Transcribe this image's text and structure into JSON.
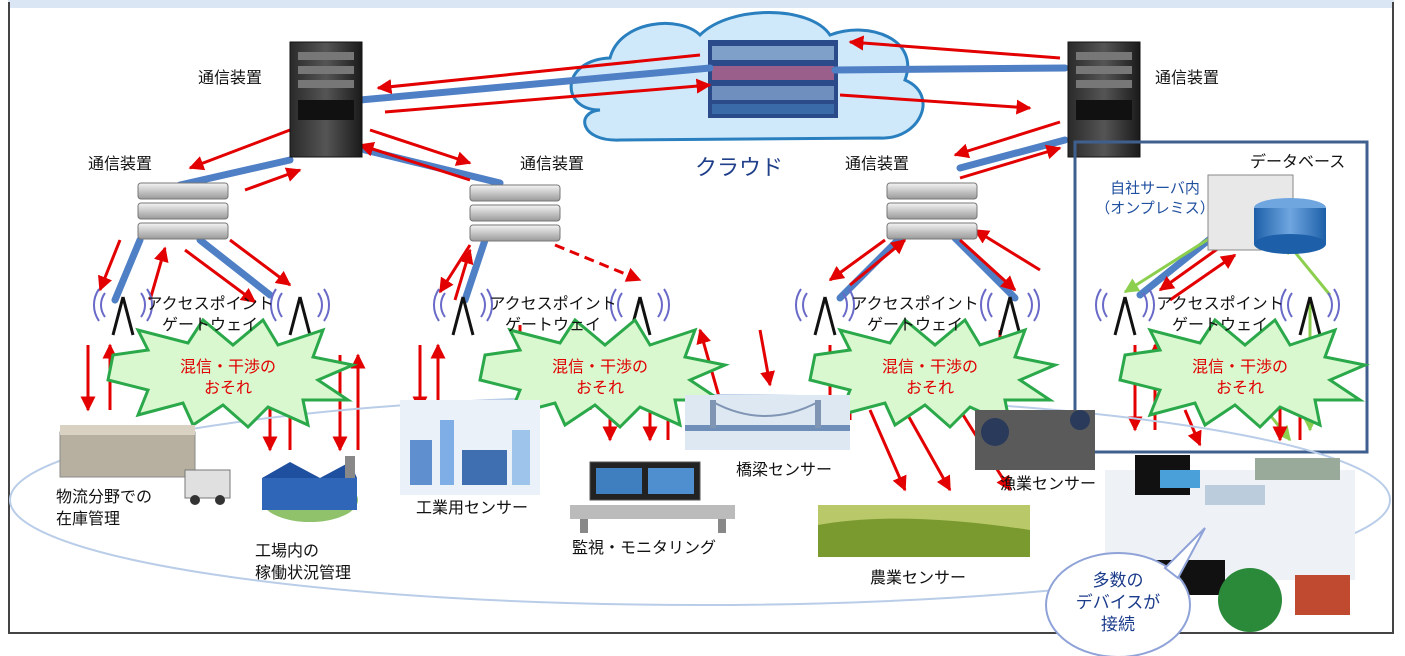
{
  "labels": {
    "comm_top_left": "通信装置",
    "comm_top_right": "通信装置",
    "comm_mid_1": "通信装置",
    "comm_mid_2": "通信装置",
    "comm_mid_3": "通信装置",
    "cloud": "クラウド",
    "database": "データベース",
    "onprem_1": "自社サーバ内",
    "onprem_2": "（オンプレミス）",
    "ap_line1": "アクセスポイント",
    "ap_line2": "ゲートウェイ",
    "warn_line1": "混信・干渉の",
    "warn_line2": "おそれ",
    "logistics_1": "物流分野での",
    "logistics_2": "在庫管理",
    "factory_1": "工場内の",
    "factory_2": "稼働状況管理",
    "industrial": "工業用センサー",
    "monitoring": "監視・モニタリング",
    "bridge": "橋梁センサー",
    "agriculture": "農業センサー",
    "fishery": "漁業センサー",
    "devices_1": "多数の",
    "devices_2": "デバイスが",
    "devices_3": "接続"
  },
  "colors": {
    "arrow": "#e30000",
    "link": "#4f7fc4",
    "green": "#8ccf4f",
    "burst": "#d9f8cf",
    "burst_edge": "#2aa84a",
    "cloud_fill": "#cfe9fb",
    "cloud_edge": "#2a7fbf",
    "onprem_box": "#3f5f8f"
  }
}
